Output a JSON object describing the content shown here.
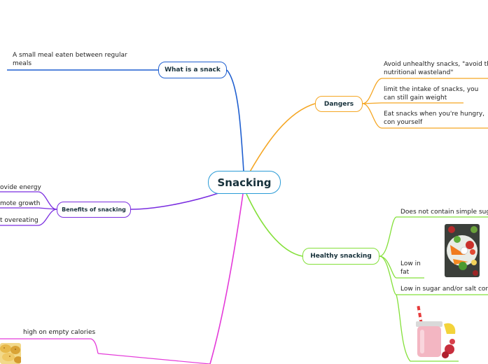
{
  "map": {
    "central": {
      "label": "Snacking"
    },
    "branches": {
      "what": {
        "label": "What is a snack",
        "color": "#1f5fd0",
        "children": [
          "A small meal eaten between regular meals"
        ]
      },
      "dangers": {
        "label": "Dangers",
        "color": "#f5a623",
        "children": [
          "Avoid unhealthy snacks, \"avoid the nutritional wasteland\"",
          "limit the intake of snacks, you can still gain weight",
          "Eat snacks when you're hungry, con yourself"
        ]
      },
      "benefits": {
        "label": "Benefits of snacking",
        "color": "#7a2de0",
        "children": [
          "ovide energy",
          "mote growth",
          "t overeating"
        ]
      },
      "healthy": {
        "label": "Healthy snacking",
        "color": "#84e03a",
        "children": [
          "Does not contain simple suga",
          "Low in fat",
          "Low in sugar and/or salt conte"
        ],
        "images": [
          "vegetable-platter",
          "smoothie-jar"
        ]
      },
      "unhealthy": {
        "color": "#e43ad9",
        "children": [
          "high on empty calories"
        ],
        "images": [
          "potato-chips"
        ]
      }
    }
  }
}
